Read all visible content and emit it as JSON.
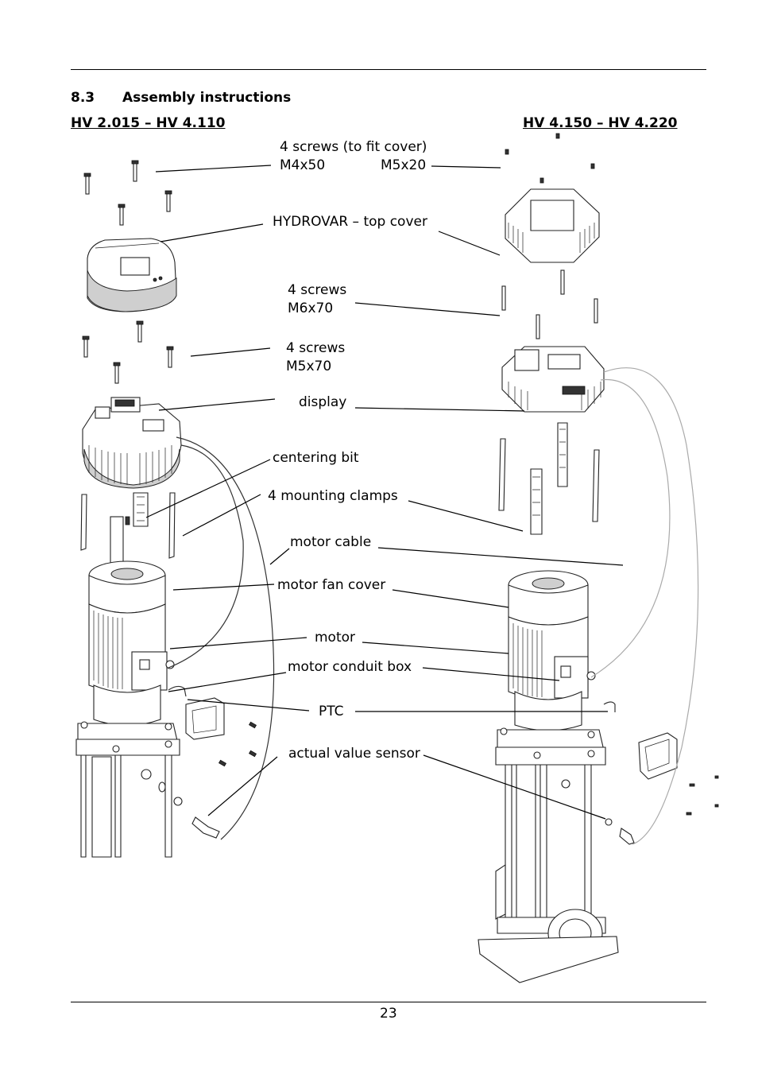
{
  "header": {
    "section_number": "8.3",
    "section_title": "Assembly instructions"
  },
  "models": {
    "left": "HV 2.015 – HV 4.110",
    "right": "HV 4.150 – HV 4.220"
  },
  "labels": {
    "screws_cover": "4 screws (to fit cover)",
    "m4x50": "M4x50",
    "m5x20": "M5x20",
    "top_cover": "HYDROVAR – top cover",
    "screws_m6_a": "4 screws",
    "screws_m6_b": "M6x70",
    "screws_m5_a": "4 screws",
    "screws_m5_b": "M5x70",
    "display": "display",
    "centering_bit": "centering bit",
    "mounting_clamps": "4 mounting clamps",
    "motor_cable": "motor cable",
    "motor_fan_cover": "motor fan cover",
    "motor": "motor",
    "motor_conduit_box": "motor conduit box",
    "ptc": "PTC",
    "actual_value_sensor": "actual value sensor"
  },
  "footer": {
    "page_number": "23"
  }
}
